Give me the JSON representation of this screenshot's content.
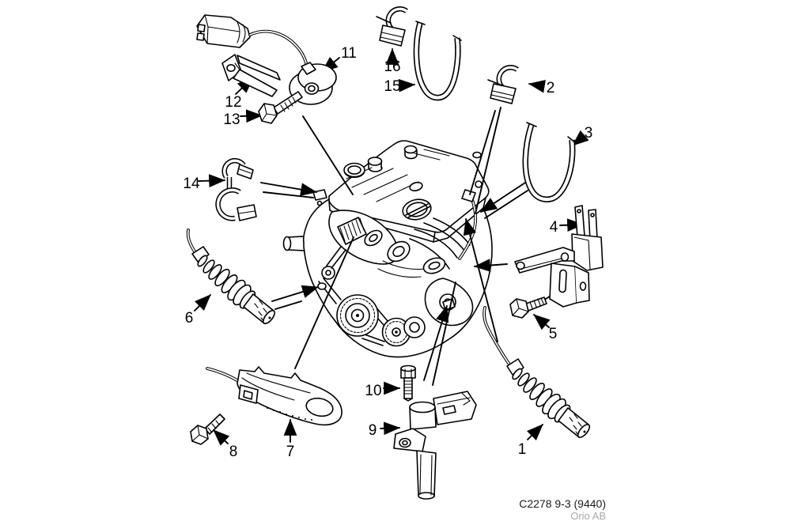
{
  "image": {
    "background": "#ffffff",
    "ink": "#000000"
  },
  "callouts": {
    "1": "1",
    "2": "2",
    "3": "3",
    "4": "4",
    "5": "5",
    "6": "6",
    "7": "7",
    "8": "8",
    "9": "9",
    "10": "10",
    "11": "11",
    "12": "12",
    "13": "13",
    "14": "14",
    "15": "15",
    "16": "16"
  },
  "caption": {
    "code": "C2278 9-3 (9440)",
    "publisher": "Orio AB",
    "code_color": "#1c1c1c",
    "publisher_color": "#a8a8a8"
  }
}
